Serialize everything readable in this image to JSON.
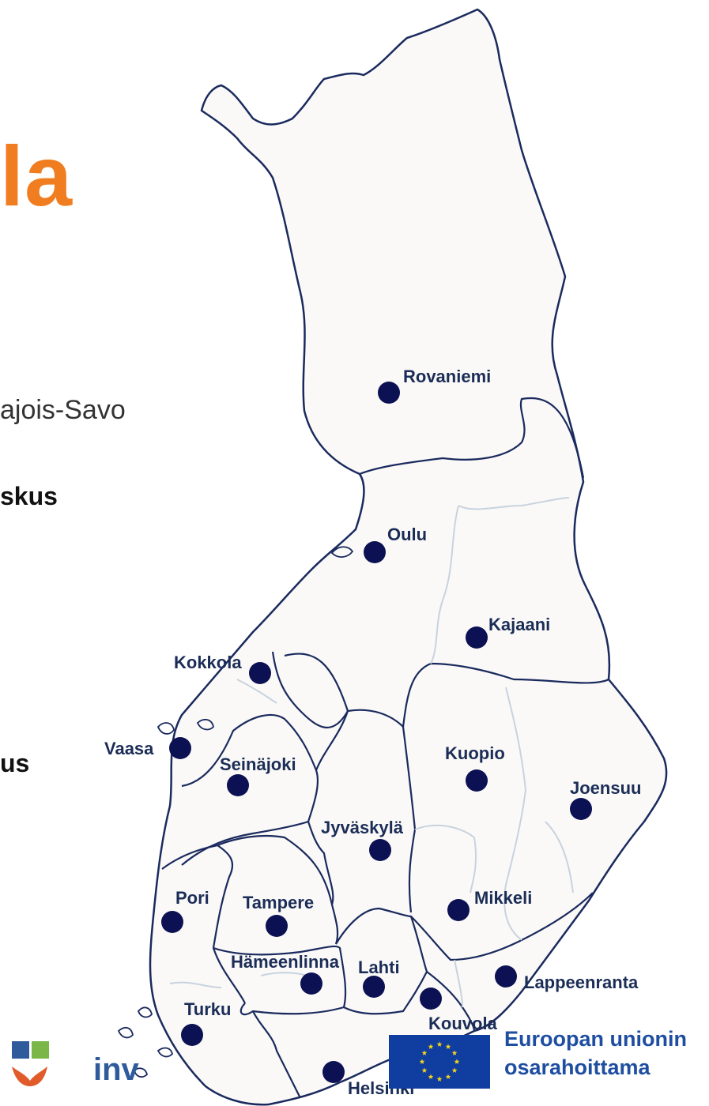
{
  "slide": {
    "title_fragment": "la",
    "side_texts": [
      "ajois-Savo",
      "skus",
      "us"
    ]
  },
  "colors": {
    "title": "#f07d1f",
    "land": "#faf9f7",
    "border": "#1a2a5e",
    "inner_border": "#c8d3df",
    "dot": "#0b1152",
    "eu_blue": "#103da0",
    "eu_star": "#f7d617",
    "eu_text": "#1f4ea1"
  },
  "map": {
    "cities": [
      {
        "name": "Rovaniemi"
      },
      {
        "name": "Oulu"
      },
      {
        "name": "Kajaani"
      },
      {
        "name": "Kokkola"
      },
      {
        "name": "Vaasa"
      },
      {
        "name": "Seinäjoki"
      },
      {
        "name": "Kuopio"
      },
      {
        "name": "Joensuu"
      },
      {
        "name": "Jyväskylä"
      },
      {
        "name": "Pori"
      },
      {
        "name": "Tampere"
      },
      {
        "name": "Mikkeli"
      },
      {
        "name": "Hämeenlinna"
      },
      {
        "name": "Lahti"
      },
      {
        "name": "Lappeenranta"
      },
      {
        "name": "Kouvola"
      },
      {
        "name": "Turku"
      },
      {
        "name": "Helsinki"
      }
    ]
  },
  "logo": {
    "text": "inv"
  },
  "eu": {
    "line1": "Euroopan unionin",
    "line2": "osarahoittama",
    "flag_icon": "eu-flag-icon"
  }
}
